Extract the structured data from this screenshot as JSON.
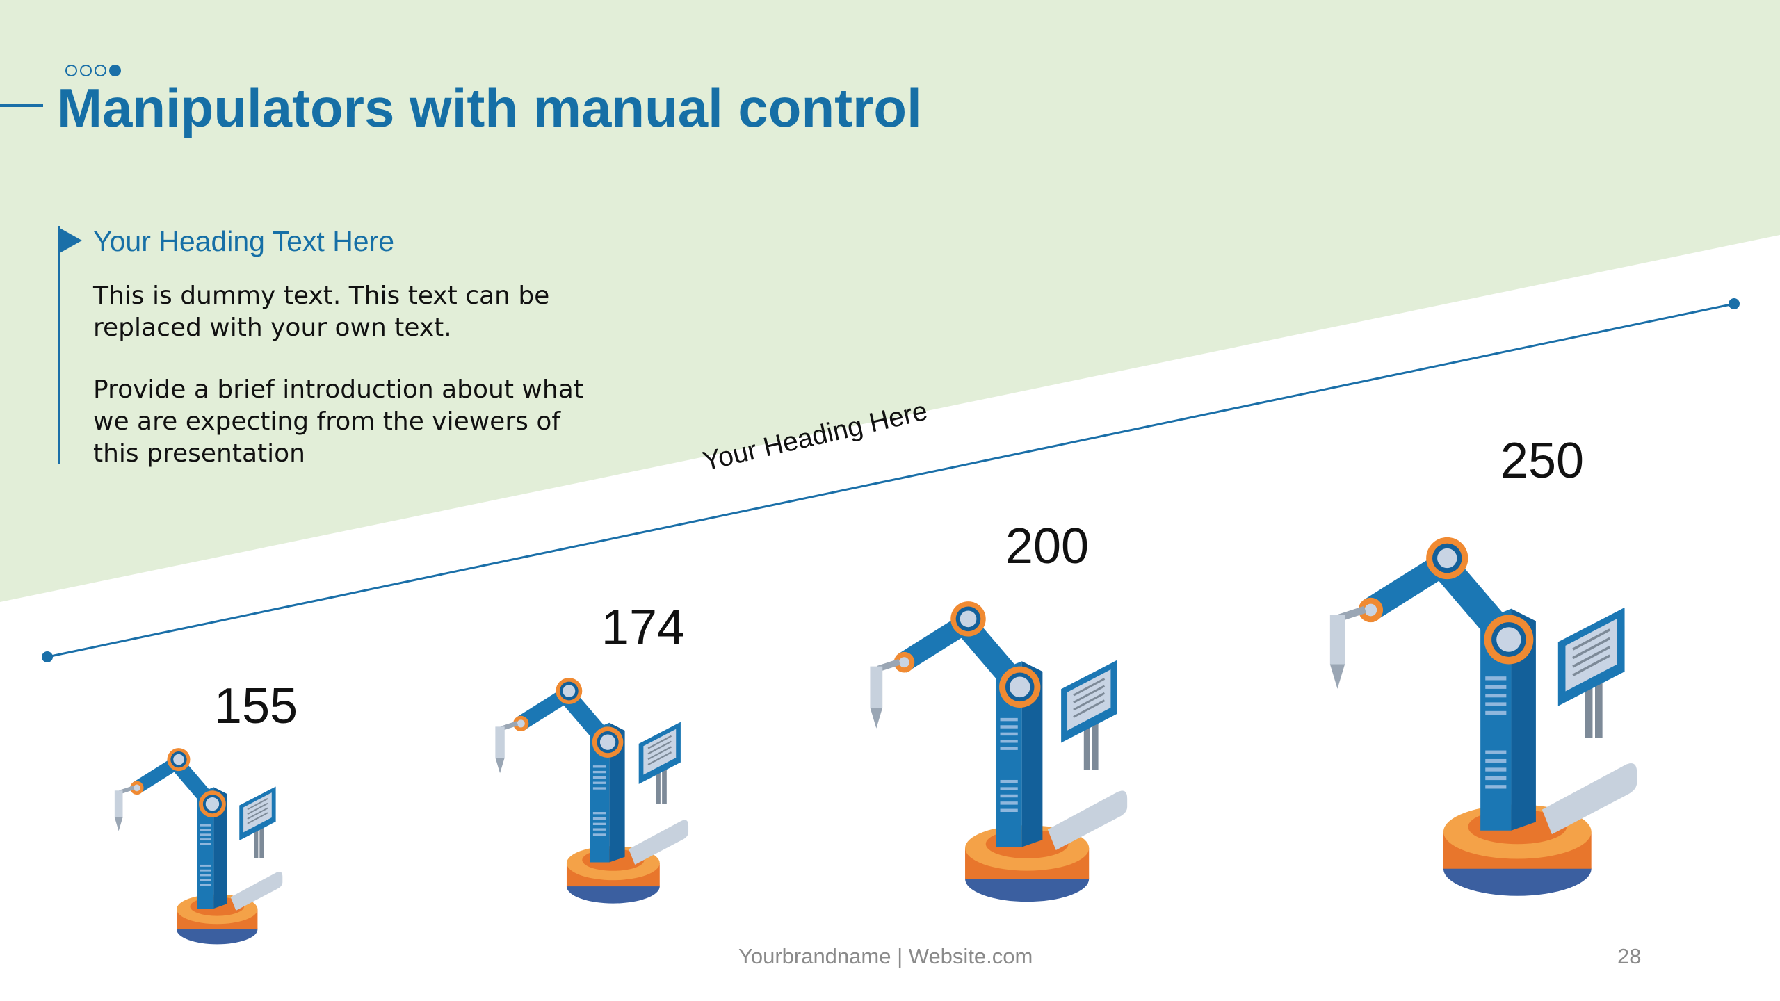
{
  "slide": {
    "title": "Manipulators with manual control",
    "progress_dots": {
      "total": 4,
      "active": 4
    },
    "heading": "Your Heading Text Here",
    "paragraph1": "This is dummy text. This text can be replaced with your own text.",
    "paragraph2": "Provide a brief introduction about what we are expecting from the viewers of this presentation",
    "diagonal_label": "Your Heading Here",
    "values": [
      "155",
      "174",
      "200",
      "250"
    ],
    "icon_names": [
      "robotic-arm-icon"
    ],
    "colors": {
      "background_band": "#e2eed8",
      "accent_blue": "#166fa6",
      "robot_blue": "#1b77b4",
      "robot_orange": "#f08a32",
      "text": "#111111",
      "footer": "#8a8a8a"
    },
    "footer": {
      "brand": "Yourbrandname | Website.com",
      "page_number": "28"
    }
  }
}
